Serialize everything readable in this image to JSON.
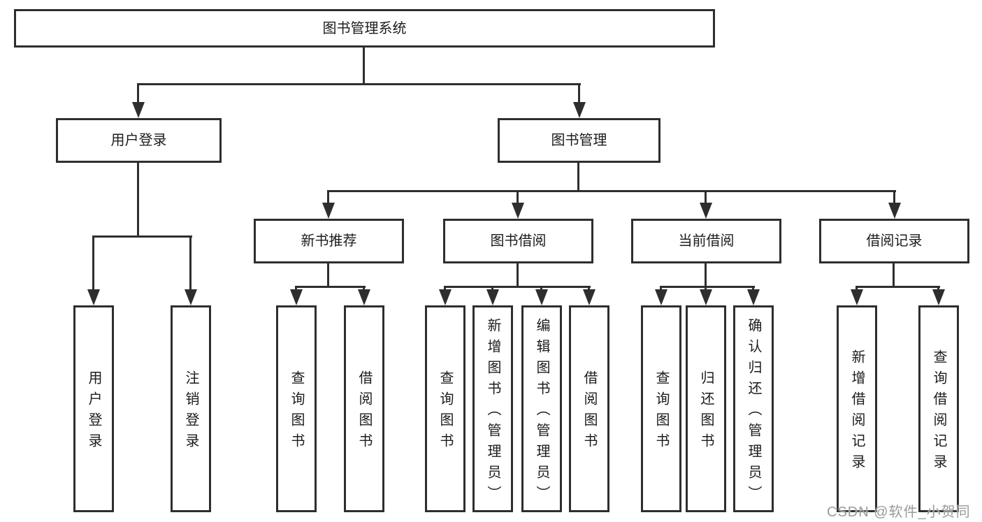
{
  "tree": {
    "label": "图书管理系统",
    "children": [
      {
        "label": "用户登录",
        "children": [
          {
            "label": "用户登录"
          },
          {
            "label": "注销登录"
          }
        ]
      },
      {
        "label": "图书管理",
        "children": [
          {
            "label": "新书推荐",
            "children": [
              {
                "label": "查询图书"
              },
              {
                "label": "借阅图书"
              }
            ]
          },
          {
            "label": "图书借阅",
            "children": [
              {
                "label": "查询图书"
              },
              {
                "label": "新增图书（管理员）"
              },
              {
                "label": "编辑图书（管理员）"
              },
              {
                "label": "借阅图书"
              }
            ]
          },
          {
            "label": "当前借阅",
            "children": [
              {
                "label": "查询图书"
              },
              {
                "label": "归还图书"
              },
              {
                "label": "确认归还（管理员）"
              }
            ]
          },
          {
            "label": "借阅记录",
            "children": [
              {
                "label": "新增借阅记录"
              },
              {
                "label": "查询借阅记录"
              }
            ]
          }
        ]
      }
    ]
  },
  "watermark": {
    "text": "CSDN @软件_小贺同学"
  },
  "colors": {
    "line": "#2e2e2e",
    "text": "#1c1c1c",
    "box_background": "#ffffff",
    "watermark": "#9a9a9a",
    "background": "#ffffff"
  }
}
